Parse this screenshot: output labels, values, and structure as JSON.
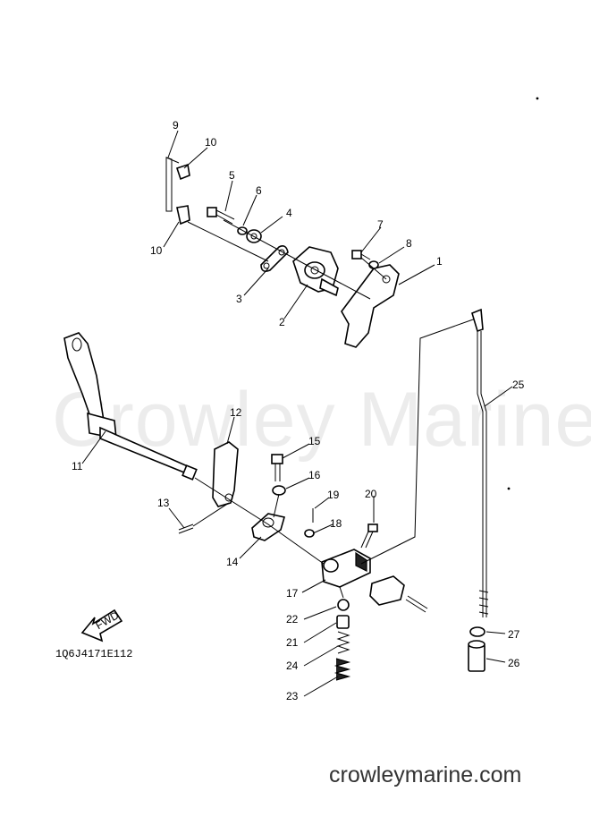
{
  "watermark": "Crowley Marine",
  "footer_url": "crowleymarine.com",
  "drawing_code": "1Q6J4171E112",
  "fwd_label": "FWD",
  "callouts": [
    {
      "id": "c1",
      "label": "1"
    },
    {
      "id": "c2",
      "label": "2"
    },
    {
      "id": "c3",
      "label": "3"
    },
    {
      "id": "c4",
      "label": "4"
    },
    {
      "id": "c5",
      "label": "5"
    },
    {
      "id": "c6",
      "label": "6"
    },
    {
      "id": "c7",
      "label": "7"
    },
    {
      "id": "c8",
      "label": "8"
    },
    {
      "id": "c9",
      "label": "9"
    },
    {
      "id": "c10a",
      "label": "10"
    },
    {
      "id": "c10b",
      "label": "10"
    },
    {
      "id": "c11",
      "label": "11"
    },
    {
      "id": "c12",
      "label": "12"
    },
    {
      "id": "c13",
      "label": "13"
    },
    {
      "id": "c14",
      "label": "14"
    },
    {
      "id": "c15",
      "label": "15"
    },
    {
      "id": "c16",
      "label": "16"
    },
    {
      "id": "c17",
      "label": "17"
    },
    {
      "id": "c18",
      "label": "18"
    },
    {
      "id": "c19",
      "label": "19"
    },
    {
      "id": "c20",
      "label": "20"
    },
    {
      "id": "c21",
      "label": "21"
    },
    {
      "id": "c22",
      "label": "22"
    },
    {
      "id": "c23",
      "label": "23"
    },
    {
      "id": "c24",
      "label": "24"
    },
    {
      "id": "c25",
      "label": "25"
    },
    {
      "id": "c26",
      "label": "26"
    },
    {
      "id": "c27",
      "label": "27"
    }
  ]
}
